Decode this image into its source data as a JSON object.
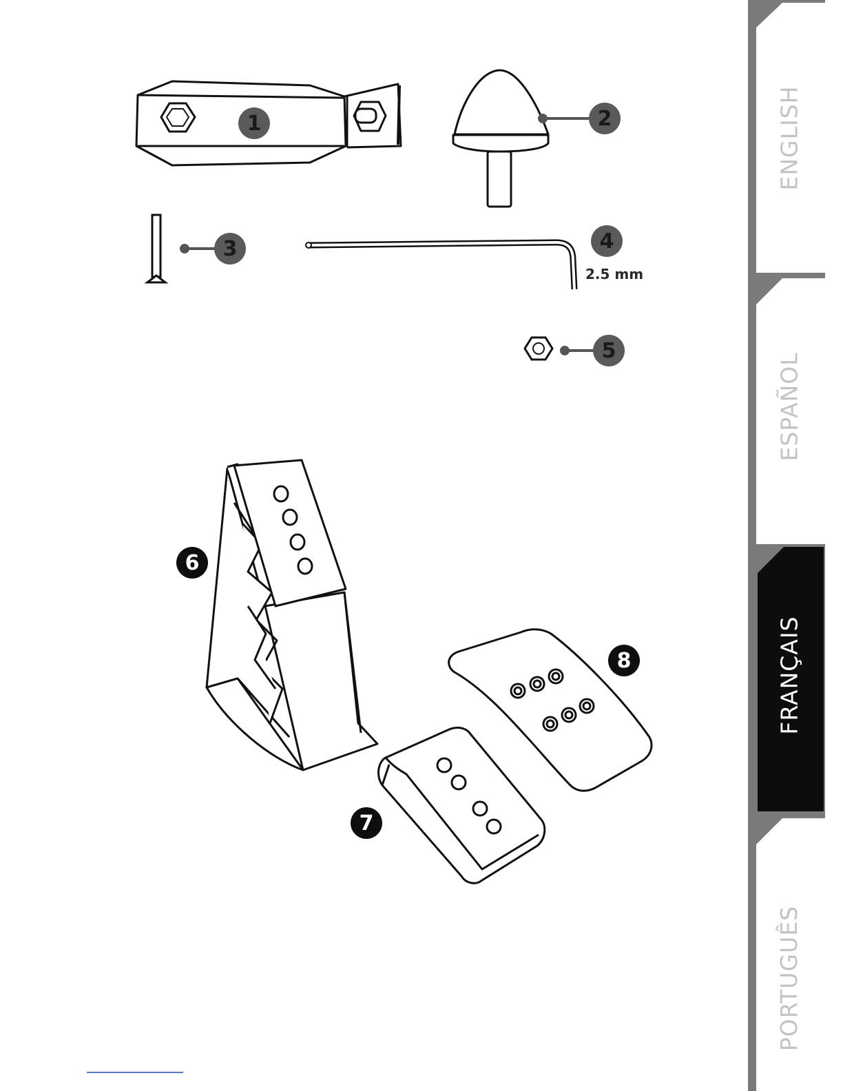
{
  "language_tabs": [
    {
      "label": "ENGLISH",
      "active": false
    },
    {
      "label": "ESPAÑOL",
      "active": false
    },
    {
      "label": "FRANÇAIS",
      "active": true
    },
    {
      "label": "PORTUGUÊS",
      "active": false
    }
  ],
  "parts": [
    {
      "number": "1",
      "icon": "clamp-bracket-icon"
    },
    {
      "number": "2",
      "icon": "cone-stopper-icon"
    },
    {
      "number": "3",
      "icon": "screw-icon"
    },
    {
      "number": "4",
      "icon": "allen-key-icon",
      "label": "2.5 mm"
    },
    {
      "number": "5",
      "icon": "hex-nut-icon"
    },
    {
      "number": "6",
      "icon": "pedal-arm-icon"
    },
    {
      "number": "7",
      "icon": "small-pedal-plate-icon"
    },
    {
      "number": "8",
      "icon": "large-pedal-plate-icon"
    }
  ]
}
